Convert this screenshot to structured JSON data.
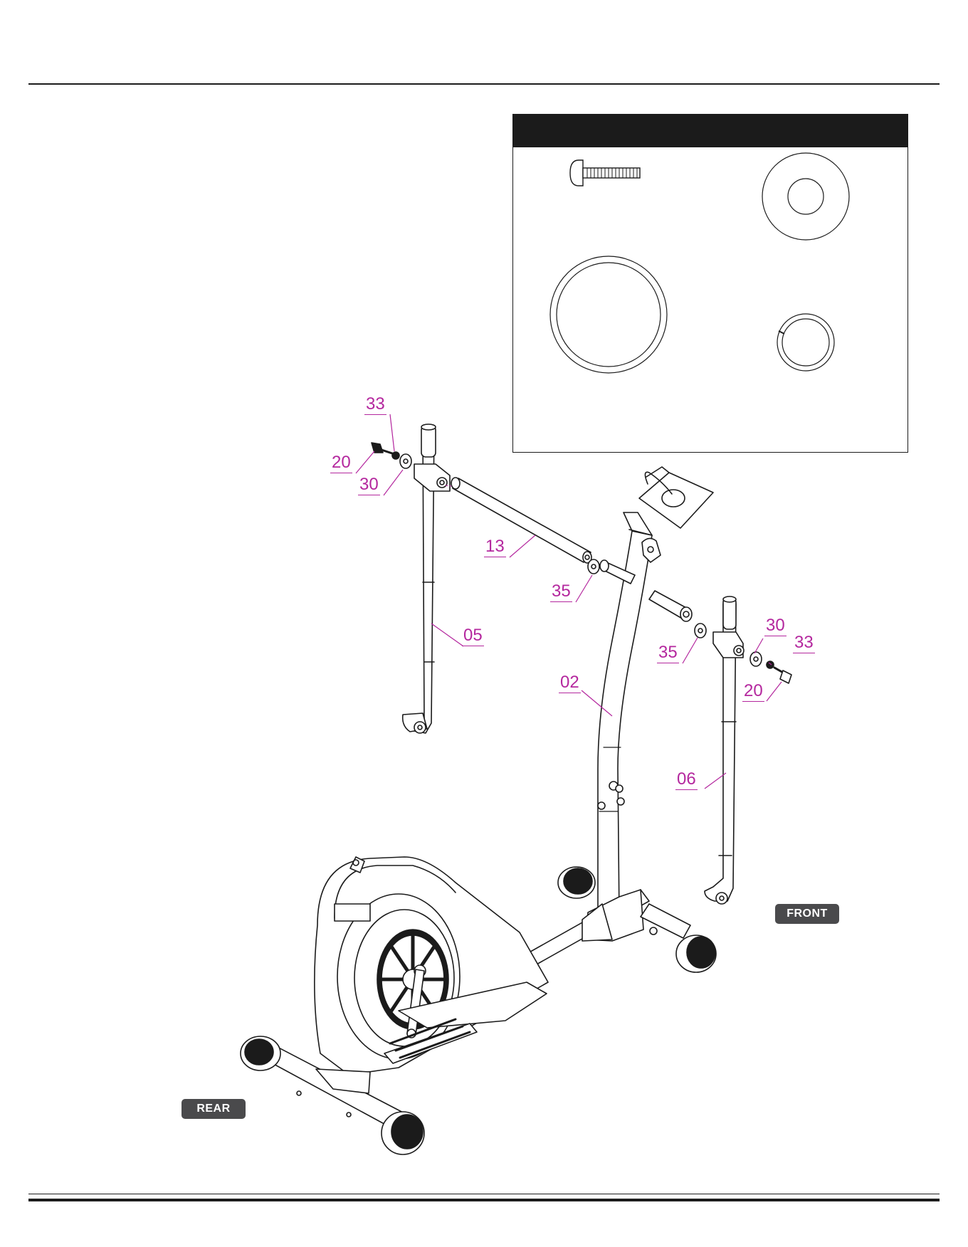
{
  "part_labels": [
    {
      "id": "c33a",
      "text": "33"
    },
    {
      "id": "c20a",
      "text": "20"
    },
    {
      "id": "c30a",
      "text": "30"
    },
    {
      "id": "c13",
      "text": "13"
    },
    {
      "id": "c35a",
      "text": "35"
    },
    {
      "id": "c05",
      "text": "05"
    },
    {
      "id": "c30b",
      "text": "30"
    },
    {
      "id": "c33b",
      "text": "33"
    },
    {
      "id": "c35b",
      "text": "35"
    },
    {
      "id": "c02",
      "text": "02"
    },
    {
      "id": "c20b",
      "text": "20"
    },
    {
      "id": "c06",
      "text": "06"
    }
  ],
  "orientation": {
    "front": "FRONT",
    "rear": "REAR"
  },
  "colors": {
    "callout": "#b4279e",
    "ink": "#1b1b1b",
    "tag": "#4a4a4c"
  }
}
